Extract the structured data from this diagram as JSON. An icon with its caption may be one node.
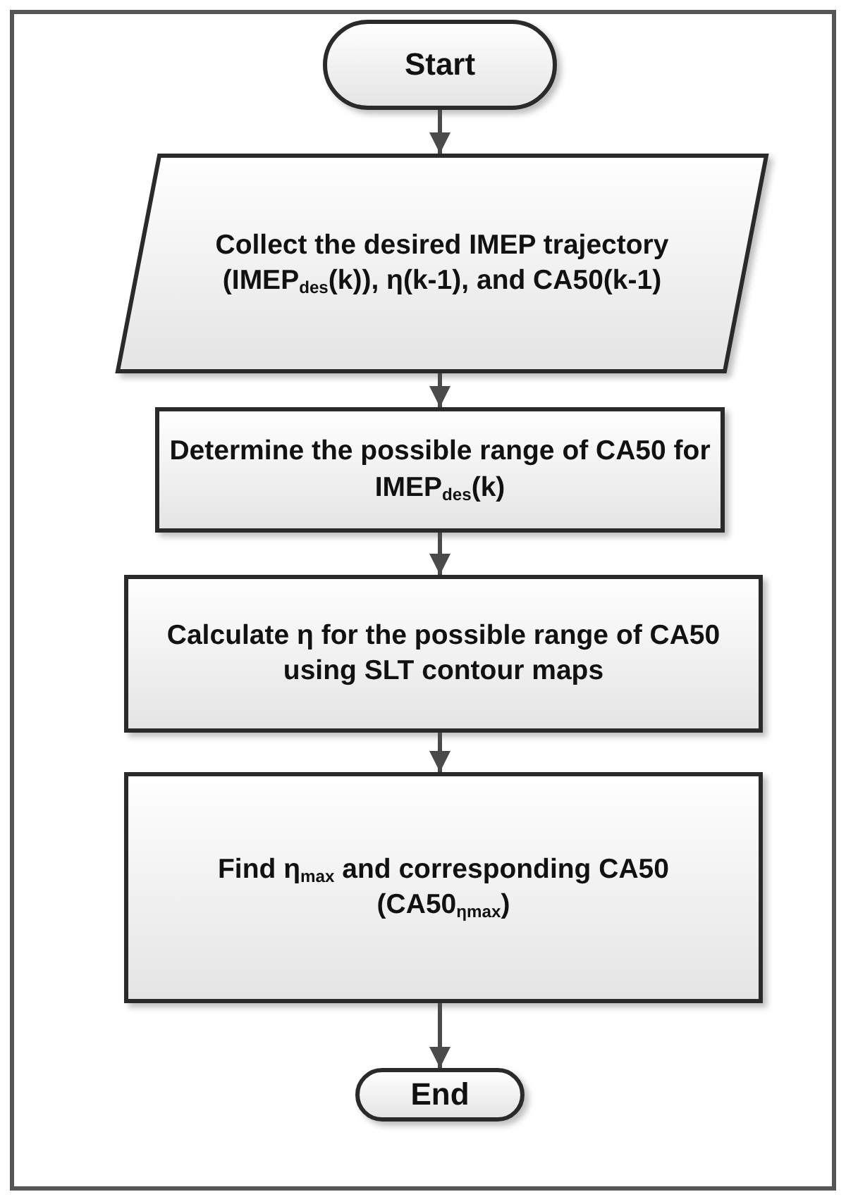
{
  "diagram": {
    "nodes": [
      {
        "text": [
          "Start"
        ]
      },
      {
        "text": [
          "Collect the desired IMEP trajectory (IMEP$_{des}$(k)), η(k-1), and CA50(k-1)"
        ]
      },
      {
        "text": [
          "Determine the possible range of CA50 for IMEP$_{des}$(k)"
        ]
      },
      {
        "text": [
          "Calculate η for the possible range of CA50 using SLT contour maps"
        ]
      },
      {
        "text": [
          "Find η$_{max}$ and corresponding CA50 (CA50$_{ηmax}$)"
        ]
      },
      {
        "text": [
          "End"
        ]
      }
    ],
    "edges": [
      {
        "from": 0,
        "to": 1,
        "arrow": "to"
      },
      {
        "from": 1,
        "to": 2,
        "arrow": "to"
      },
      {
        "from": 2,
        "to": 3,
        "arrow": "to"
      },
      {
        "from": 3,
        "to": 4,
        "arrow": "to"
      },
      {
        "from": 4,
        "to": 5,
        "arrow": "to"
      }
    ]
  }
}
